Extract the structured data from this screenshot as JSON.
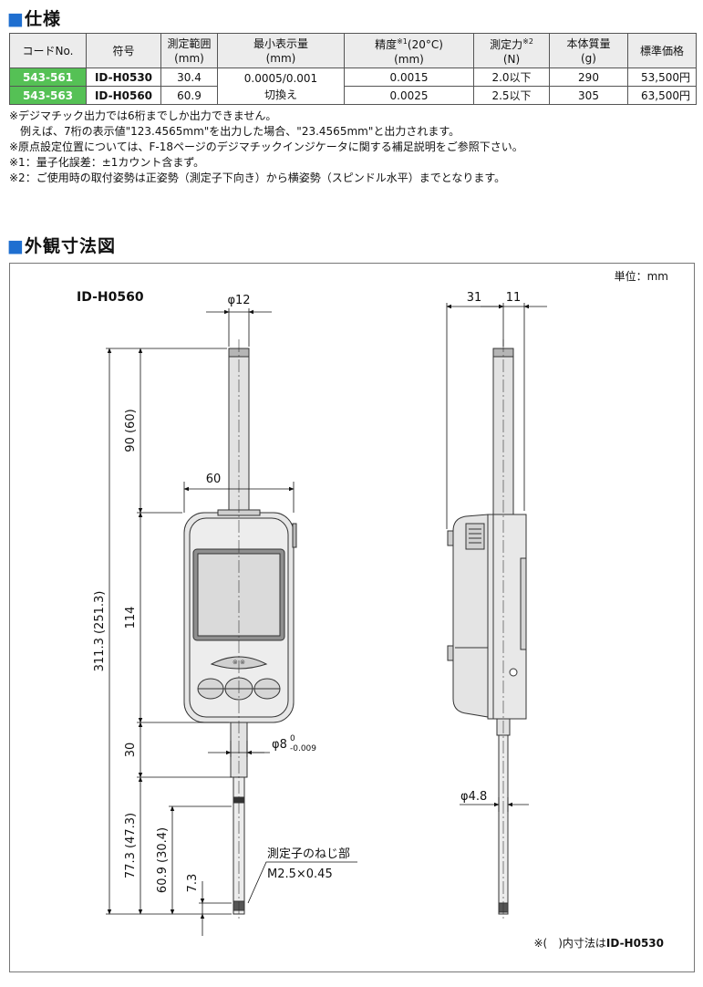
{
  "spec_section": {
    "title": "仕様"
  },
  "table": {
    "headers": [
      {
        "line1": "コードNo.",
        "line2": "",
        "sup": ""
      },
      {
        "line1": "符号",
        "line2": "",
        "sup": ""
      },
      {
        "line1": "測定範囲",
        "line2": "(mm)",
        "sup": ""
      },
      {
        "line1": "最小表示量",
        "line2": "(mm)",
        "sup": ""
      },
      {
        "line1": "精度",
        "line2": "(mm)",
        "sup": "※1",
        "suffix": "(20°C)"
      },
      {
        "line1": "測定力",
        "line2": "(N)",
        "sup": "※2"
      },
      {
        "line1": "本体質量",
        "line2": "(g)",
        "sup": ""
      },
      {
        "line1": "標準価格",
        "line2": "",
        "sup": ""
      }
    ],
    "rows": [
      {
        "code": "543-561",
        "model": "ID-H0530",
        "range": "30.4",
        "accuracy": "0.0015",
        "force": "2.0以下",
        "mass": "290",
        "price": "53,500円"
      },
      {
        "code": "543-563",
        "model": "ID-H0560",
        "range": "60.9",
        "accuracy": "0.0025",
        "force": "2.5以下",
        "mass": "305",
        "price": "63,500円"
      }
    ],
    "resolution_line1": "0.0005/0.001",
    "resolution_line2": "切換え"
  },
  "notes": [
    "※デジマチック出力では6桁までしか出力できません。",
    "　例えば、7桁の表示値\"123.4565mm\"を出力した場合、\"23.4565mm\"と出力されます。",
    "※原点設定位置については、F-18ページのデジマチックインジケータに関する補足説明をご参照下さい。",
    "※1：量子化誤差：±1カウント含まず。",
    "※2：ご使用時の取付姿勢は正姿勢（測定子下向き）から横姿勢（スピンドル水平）までとなります。"
  ],
  "drawing_section": {
    "title": "外観寸法図"
  },
  "drawing": {
    "unit": "単位：mm",
    "model_label": "ID-H0560",
    "dims": {
      "d12": "φ12",
      "w60": "60",
      "h90": "90 (60)",
      "h114": "114",
      "h30": "30",
      "h311": "311.3 (251.3)",
      "h773": "77.3 (47.3)",
      "h609": "60.9 (30.4)",
      "h73": "7.3",
      "d8": "φ8",
      "d8_tol_up": "0",
      "d8_tol_low": "-0.009",
      "side31": "31",
      "side11": "11",
      "d48": "φ4.8"
    },
    "thread_label1": "測定子のねじ部",
    "thread_label2": "M2.5×0.45",
    "footnote_prefix": "※(　)内寸法は",
    "footnote_model": "ID-H0530"
  }
}
